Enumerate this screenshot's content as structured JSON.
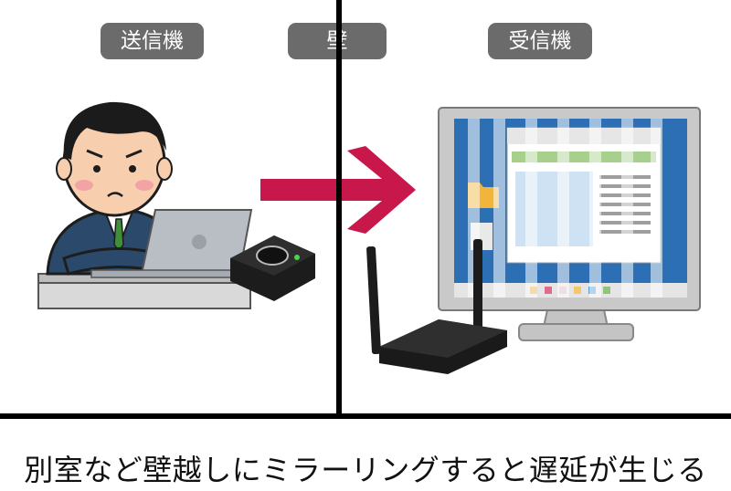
{
  "labels": {
    "sender": "送信機",
    "wall": "壁",
    "receiver": "受信機"
  },
  "caption": "別室など壁越しにミラーリングすると遅延が生じる",
  "colors": {
    "label_bg": "#6b6b6b",
    "arrow": "#c8174a",
    "divider": "#000000",
    "monitor_screen": "#2c6fb5",
    "suit": "#2b4a6b"
  },
  "icons": [
    "businessman-illustration",
    "laptop-illustration",
    "transmitter-device-icon",
    "arrow-right-icon",
    "monitor-illustration",
    "receiver-device-icon"
  ]
}
